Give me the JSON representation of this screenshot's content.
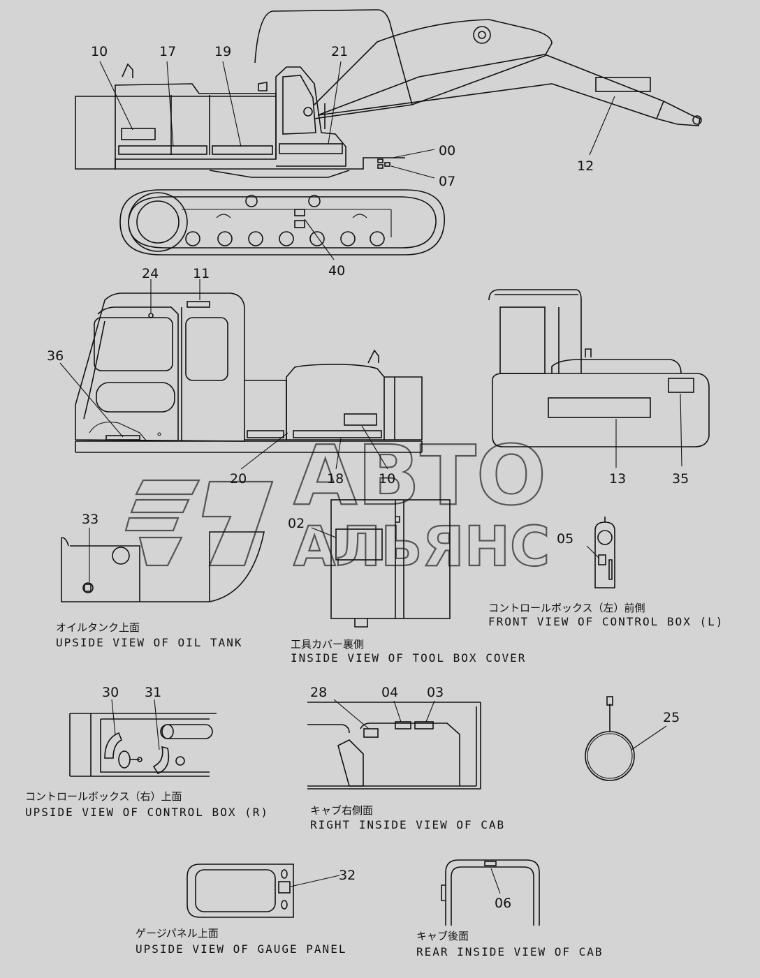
{
  "callouts": {
    "c10a": "10",
    "c17": "17",
    "c19": "19",
    "c21": "21",
    "c00": "00",
    "c07": "07",
    "c12": "12",
    "c40": "40",
    "c24": "24",
    "c11": "11",
    "c36": "36",
    "c20": "20",
    "c18": "18",
    "c10b": "10",
    "c13": "13",
    "c35": "35",
    "c33": "33",
    "c02": "02",
    "c05": "05",
    "c30": "30",
    "c31": "31",
    "c28": "28",
    "c04": "04",
    "c03": "03",
    "c25": "25",
    "c32": "32",
    "c06": "06"
  },
  "captions": {
    "oil_tank_jp": "オイルタンク上面",
    "oil_tank_en": "UPSIDE VIEW OF OIL TANK",
    "tool_box_jp": "工具カバー裏側",
    "tool_box_en": "INSIDE VIEW OF TOOL BOX COVER",
    "control_l_jp": "コントロールボックス（左）前側",
    "control_l_en": "FRONT VIEW OF CONTROL BOX (L)",
    "control_r_jp": "コントロールボックス（右）上面",
    "control_r_en": "UPSIDE VIEW OF CONTROL BOX (R)",
    "cab_right_jp": "キャブ右側面",
    "cab_right_en": "RIGHT INSIDE VIEW OF CAB",
    "gauge_jp": "ゲージパネル上面",
    "gauge_en": "UPSIDE VIEW OF GAUGE PANEL",
    "cab_rear_jp": "キャブ後面",
    "cab_rear_en": "REAR INSIDE VIEW OF CAB"
  },
  "watermark": {
    "line1": "АВТО",
    "line2": "АЛЬЯНС"
  }
}
